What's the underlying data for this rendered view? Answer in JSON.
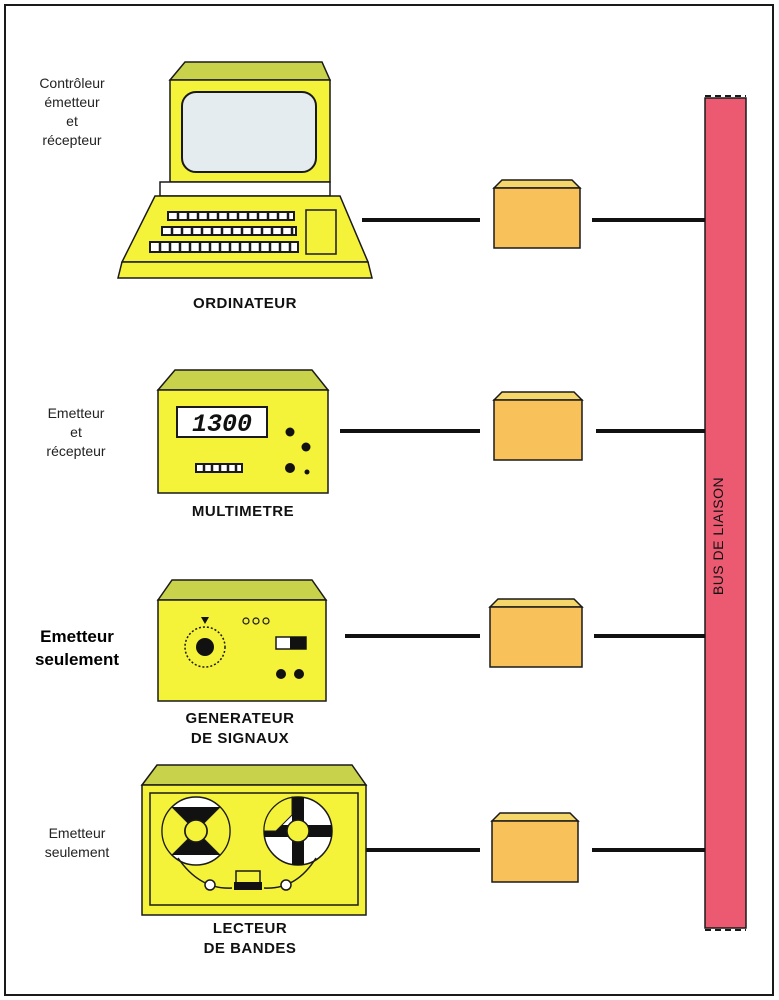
{
  "colors": {
    "device_yellow": "#f5f23a",
    "device_top": "#c8d24a",
    "interface_orange": "#f8c15a",
    "bus_red": "#ec5a72",
    "line_black": "#111111"
  },
  "devices": [
    {
      "id": "ordinateur",
      "label": "ORDINATEUR",
      "role": "Contrôleur\németteur\net\nrécepteur",
      "icon": "computer-icon"
    },
    {
      "id": "multimetre",
      "label": "MULTIMETRE",
      "role": "Emetteur\net\nrécepteur",
      "icon": "multimeter-icon",
      "display_value": "1300"
    },
    {
      "id": "generateur",
      "label": "GENERATEUR\nDE SIGNAUX",
      "role": "Emetteur\nseulement",
      "icon": "signal-generator-icon"
    },
    {
      "id": "lecteur",
      "label": "LECTEUR\nDE BANDES",
      "role": "Emetteur\nseulement",
      "icon": "tape-reader-icon"
    }
  ],
  "bus": {
    "label": "BUS DE LIAISON"
  }
}
